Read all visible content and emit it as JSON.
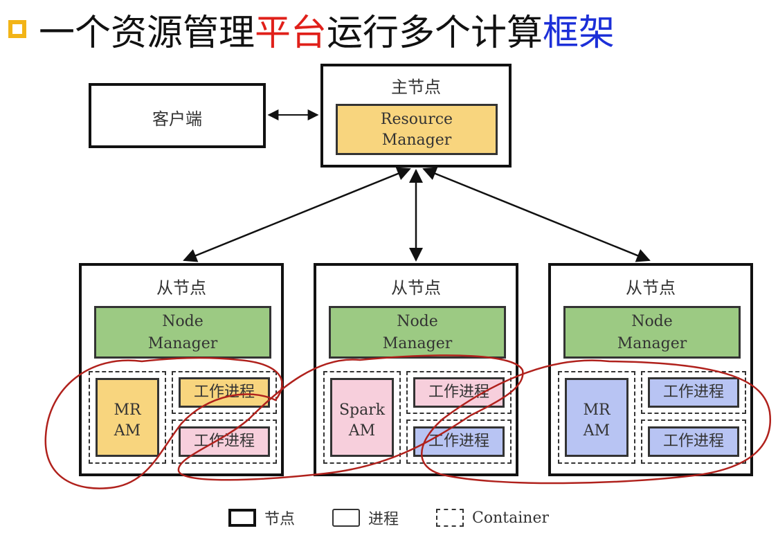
{
  "title": {
    "segments": [
      {
        "text": "一个资源管理",
        "color": "#111111"
      },
      {
        "text": "平台",
        "color": "#e0201a"
      },
      {
        "text": "运行多个计算",
        "color": "#111111"
      },
      {
        "text": "框架",
        "color": "#1c2fd8"
      }
    ],
    "bullet_color": "#f2b417"
  },
  "client": {
    "label": "客户端"
  },
  "master": {
    "label": "主节点",
    "process": {
      "line1": "Resource",
      "line2": "Manager"
    }
  },
  "slaves": [
    {
      "label": "从节点",
      "node_manager": {
        "line1": "Node",
        "line2": "Manager"
      },
      "am": {
        "line1": "MR",
        "line2": "AM",
        "color": "#f8d57e"
      },
      "workers": [
        {
          "label": "工作进程",
          "color": "#f8d57e"
        },
        {
          "label": "工作进程",
          "color": "#f7cfdc"
        }
      ]
    },
    {
      "label": "从节点",
      "node_manager": {
        "line1": "Node",
        "line2": "Manager"
      },
      "am": {
        "line1": "Spark",
        "line2": "AM",
        "color": "#f7cfdc"
      },
      "workers": [
        {
          "label": "工作进程",
          "color": "#f7cfdc"
        },
        {
          "label": "工作进程",
          "color": "#b8c4f3"
        }
      ]
    },
    {
      "label": "从节点",
      "node_manager": {
        "line1": "Node",
        "line2": "Manager"
      },
      "am": {
        "line1": "MR",
        "line2": "AM",
        "color": "#b8c4f3"
      },
      "workers": [
        {
          "label": "工作进程",
          "color": "#b8c4f3"
        },
        {
          "label": "工作进程",
          "color": "#b8c4f3"
        }
      ]
    }
  ],
  "legend": [
    {
      "label": "节点",
      "style": "node"
    },
    {
      "label": "进程",
      "style": "process"
    },
    {
      "label": "Container",
      "style": "container"
    }
  ],
  "colors": {
    "resource_manager": "#f8d57e",
    "node_manager": "#9cca83",
    "annotation": "#b0211c"
  }
}
